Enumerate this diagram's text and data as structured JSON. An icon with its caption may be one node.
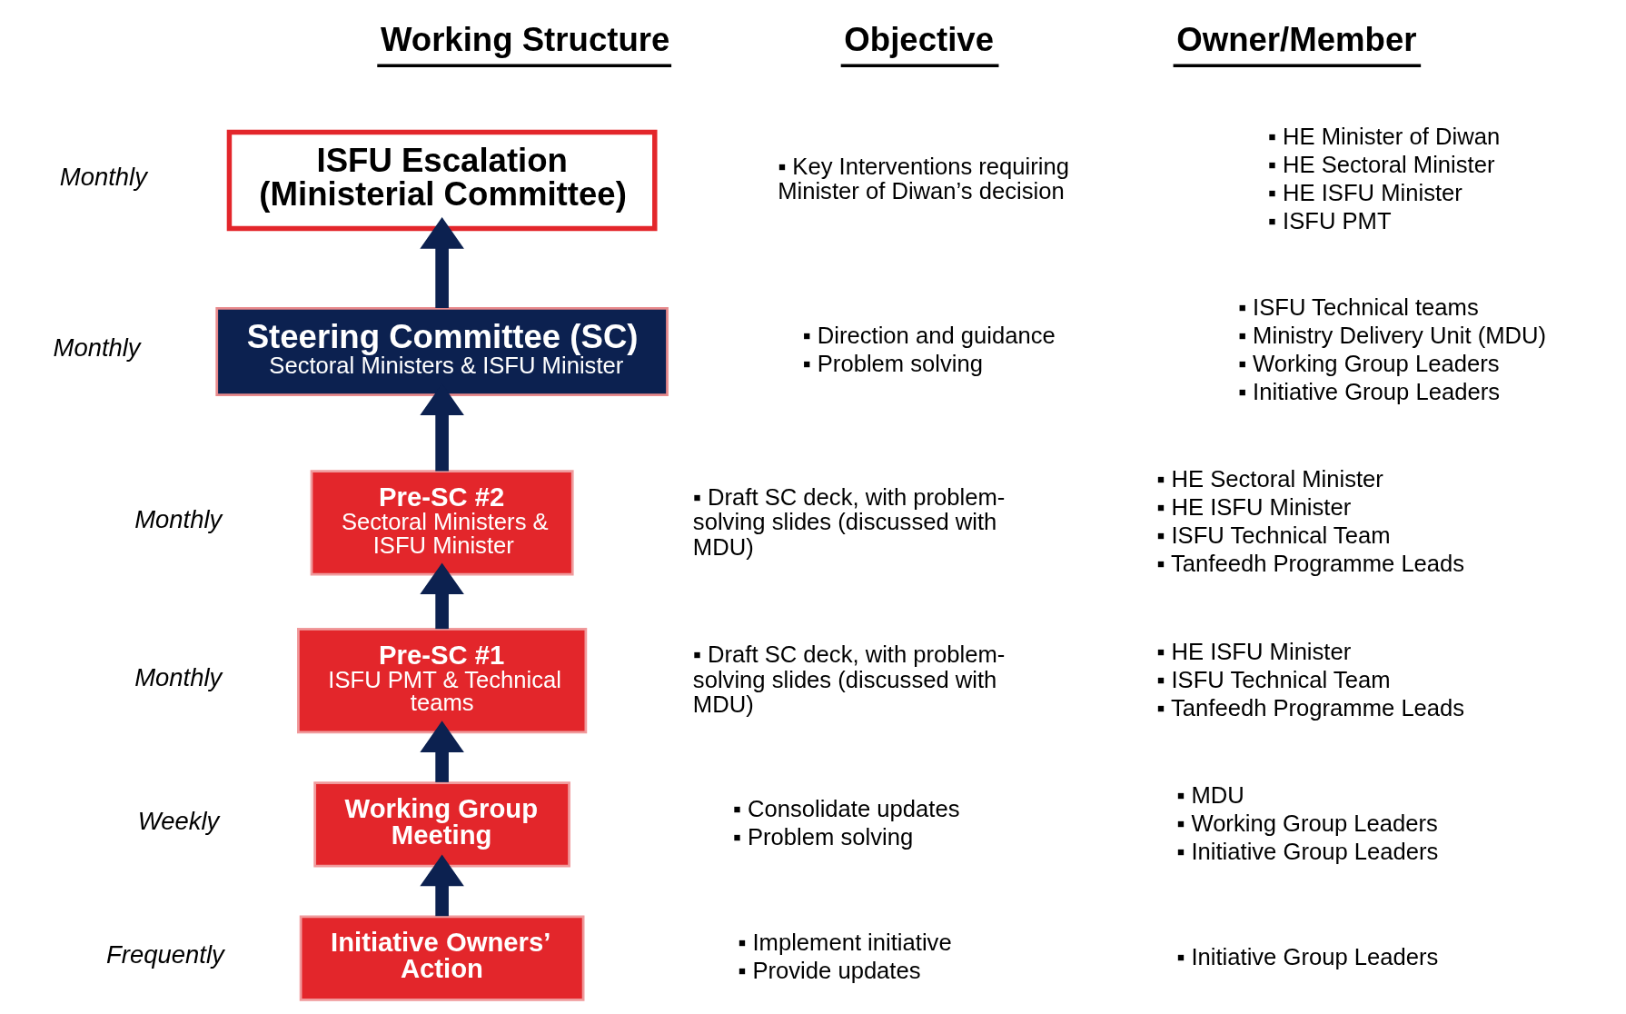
{
  "diagram": {
    "nodes": [
      {
        "text": [
          "ISFU Escalation (Ministerial Committee)"
        ]
      },
      {
        "text": [
          "Steering Committee (SC)",
          "Sectoral Ministers & ISFU Minister"
        ]
      },
      {
        "text": [
          "Pre-SC #2",
          "Sectoral Ministers & ISFU Minister"
        ]
      },
      {
        "text": [
          "Pre-SC #1",
          "ISFU PMT & Technical teams"
        ]
      },
      {
        "text": [
          "Working Group Meeting"
        ]
      },
      {
        "text": [
          "Initiative Owners’ Action"
        ]
      }
    ],
    "edges": [
      {
        "from": 1,
        "to": 0,
        "arrow": "to"
      },
      {
        "from": 2,
        "to": 1,
        "arrow": "to"
      },
      {
        "from": 3,
        "to": 2,
        "arrow": "to"
      },
      {
        "from": 4,
        "to": 3,
        "arrow": "to"
      },
      {
        "from": 5,
        "to": 4,
        "arrow": "to"
      }
    ],
    "labels": [
      "Working Structure",
      "Objective",
      "Owner/Member",
      "Monthly",
      "▪ Key Interventions requiring Minister of Diwan’s decision",
      "▪ HE Minister of Diwan",
      "▪ HE Sectoral Minister",
      "▪ HE ISFU Minister",
      "▪ ISFU PMT",
      "Monthly",
      "▪ Direction and guidance",
      "▪ Problem solving",
      "▪ ISFU Technical teams",
      "▪ Ministry Delivery Unit (MDU)",
      "▪ Working Group Leaders",
      "▪ Initiative Group Leaders",
      "Monthly",
      "▪ Draft SC deck, with problem-solving slides (discussed with MDU)",
      "▪ HE Sectoral Minister",
      "▪ HE ISFU Minister",
      "▪ ISFU Technical Team",
      "▪ Tanfeedh Programme Leads",
      "Monthly",
      "▪ Draft SC deck, with problem-solving slides (discussed with MDU)",
      "▪ HE ISFU Minister",
      "▪ ISFU Technical Team",
      "▪ Tanfeedh Programme Leads",
      "Weekly",
      "▪ Consolidate updates",
      "▪ Problem solving",
      "▪ MDU",
      "▪ Working Group Leaders",
      "▪ Initiative Group Leaders",
      "Frequently",
      "▪ Implement initiative",
      "▪ Provide updates",
      "▪ Initiative Group Leaders"
    ]
  }
}
